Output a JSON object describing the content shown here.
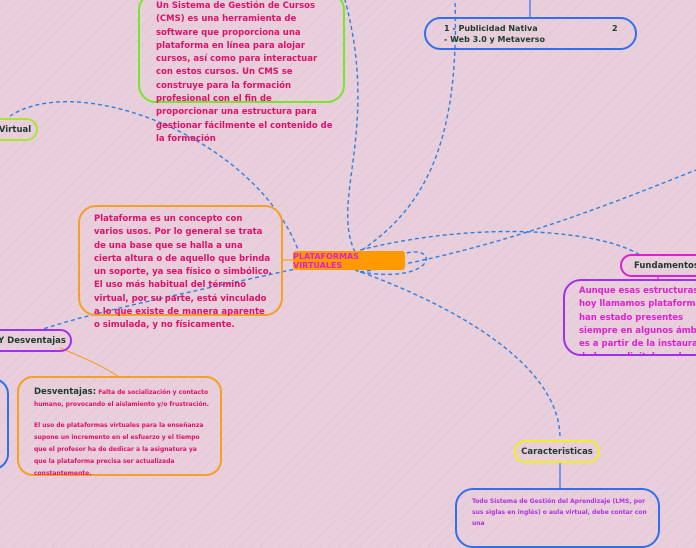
{
  "central": {
    "label": "PLATAFORMAS VIRTUALES"
  },
  "cms": {
    "text": "Un Sistema de Gestión de Cursos (CMS) es una herramienta de software que proporciona una plataforma en línea para alojar cursos, así como para interactuar con estos cursos. Un CMS se construye para la formación profesional con el fin de proporcionar una estructura para gestionar fácilmente el contenido de la formación"
  },
  "publicidad": {
    "line1": "1 - Publicidad Nativa",
    "num": "2",
    "line2": "- Web 3.0 y Metaverso"
  },
  "virtual": {
    "label": "Virtual"
  },
  "definicion": {
    "text": " Plataforma es un concepto con varios usos. Por lo general se trata de una base que se halla a una cierta altura o de aquello que brinda un soporte, ya sea físico o simbólico. El uso más habitual del término virtual, por su parte, está vinculado a lo que existe de manera aparente o simulada, y no físicamente."
  },
  "ventajas": {
    "label": "Y Desventajas"
  },
  "desventajas": {
    "title": "Desventajas:",
    "p1": "Falta de socialización y contacto humano, provocando el aislamiento y/o frustración.",
    "p2": "El uso de plataformas virtuales para la enseñanza supone un incremento en el esfuerzo y el tiempo que el profesor ha de dedicar a la asignatura ya que la plataforma precisa ser actualizada constantemente."
  },
  "fundamentos": {
    "label": "Fundamentos:",
    "text": "Aunque esas estructuras que hoy llamamos plataformas han estado presentes siempre en algunos ámbitos, es a partir de la instauración de la era digital que han pasado a jugar un papel protagonista en nuestras vidas."
  },
  "caracteristicas": {
    "label": "Caracteristicas",
    "text": "Todo Sistema de Gestión del Aprendizaje (LMS, por sus siglas en inglés) o aula virtual, debe contar con una"
  },
  "colors": {
    "central": "#ff9900",
    "link": "#2f7fe0",
    "green": "#77e62a",
    "orange": "#f5a024",
    "purple": "#a030f0",
    "magenta": "#e020d0",
    "yellow": "#f0f020",
    "blue": "#3070f0"
  }
}
